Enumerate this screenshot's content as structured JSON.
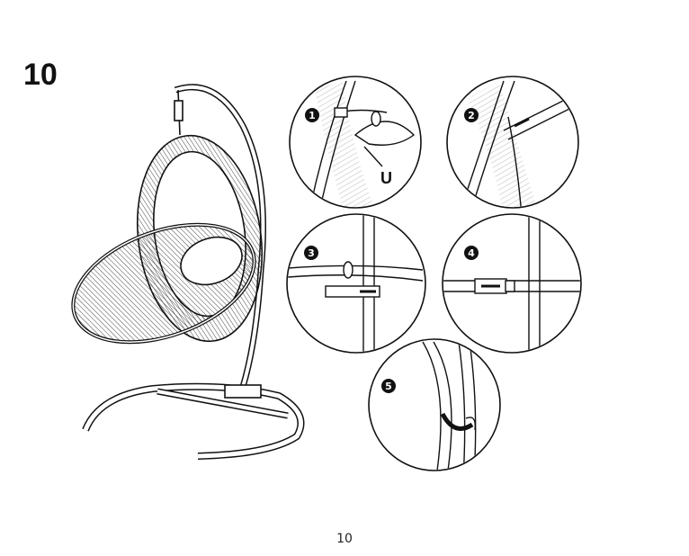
{
  "step_number": "10",
  "page_number": "10",
  "details": [
    {
      "badge": "1",
      "label": "U"
    },
    {
      "badge": "2"
    },
    {
      "badge": "3"
    },
    {
      "badge": "4"
    },
    {
      "badge": "5"
    }
  ]
}
